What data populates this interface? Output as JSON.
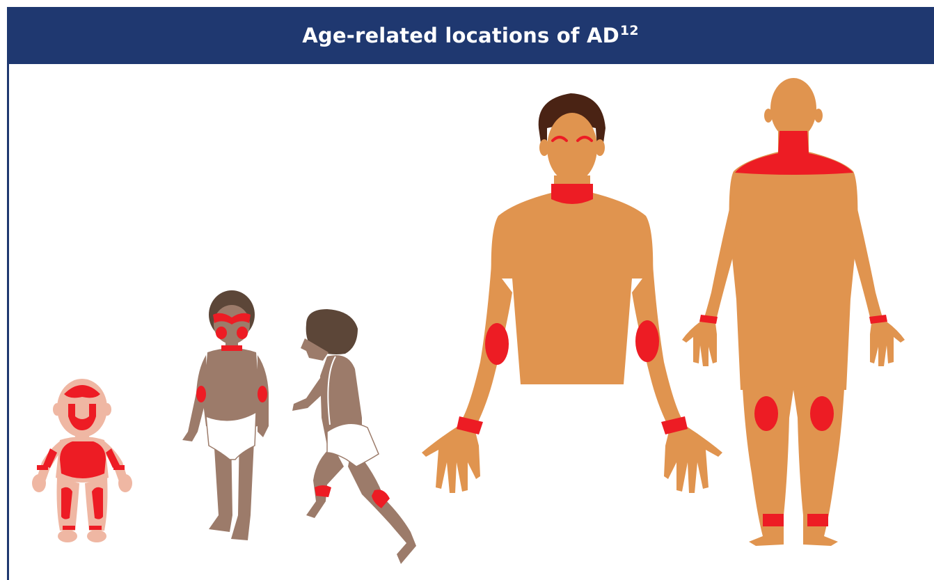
{
  "title": "Age-related locations of AD",
  "title_superscript": "12",
  "colors": {
    "header_bg": "#1f3870",
    "lesion": "#ed1c24",
    "infant_skin": "#efb7a3",
    "child_skin": "#9c7b6a",
    "child_hair": "#5c4638",
    "adult_skin": "#e0944f",
    "adult_hair": "#4a2314",
    "diaper": "#ffffff"
  },
  "figures": [
    "infant",
    "toddler-front",
    "toddler-running",
    "adult-front",
    "adult-back"
  ]
}
